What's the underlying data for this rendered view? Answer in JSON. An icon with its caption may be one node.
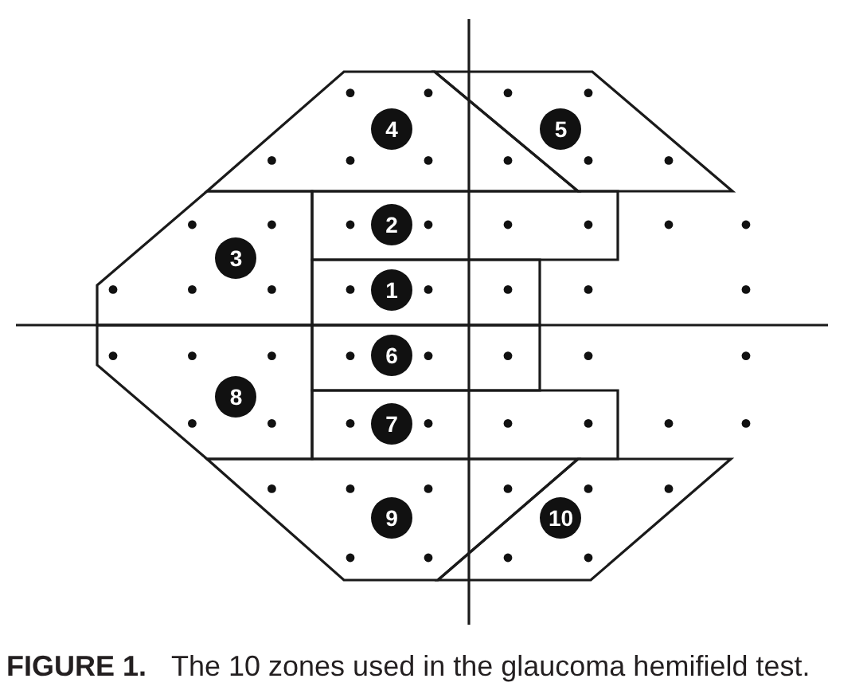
{
  "diagram": {
    "caption": "**FIGURE 1.** The 10 zones used in the glaucoma hemifield test.",
    "nodes": [
      {
        "text": [
          "1"
        ]
      },
      {
        "text": [
          "2"
        ]
      },
      {
        "text": [
          "3"
        ]
      },
      {
        "text": [
          "4"
        ]
      },
      {
        "text": [
          "5"
        ]
      },
      {
        "text": [
          "6"
        ]
      },
      {
        "text": [
          "7"
        ]
      },
      {
        "text": [
          "8"
        ]
      },
      {
        "text": [
          "9"
        ]
      },
      {
        "text": [
          "10"
        ]
      }
    ]
  }
}
